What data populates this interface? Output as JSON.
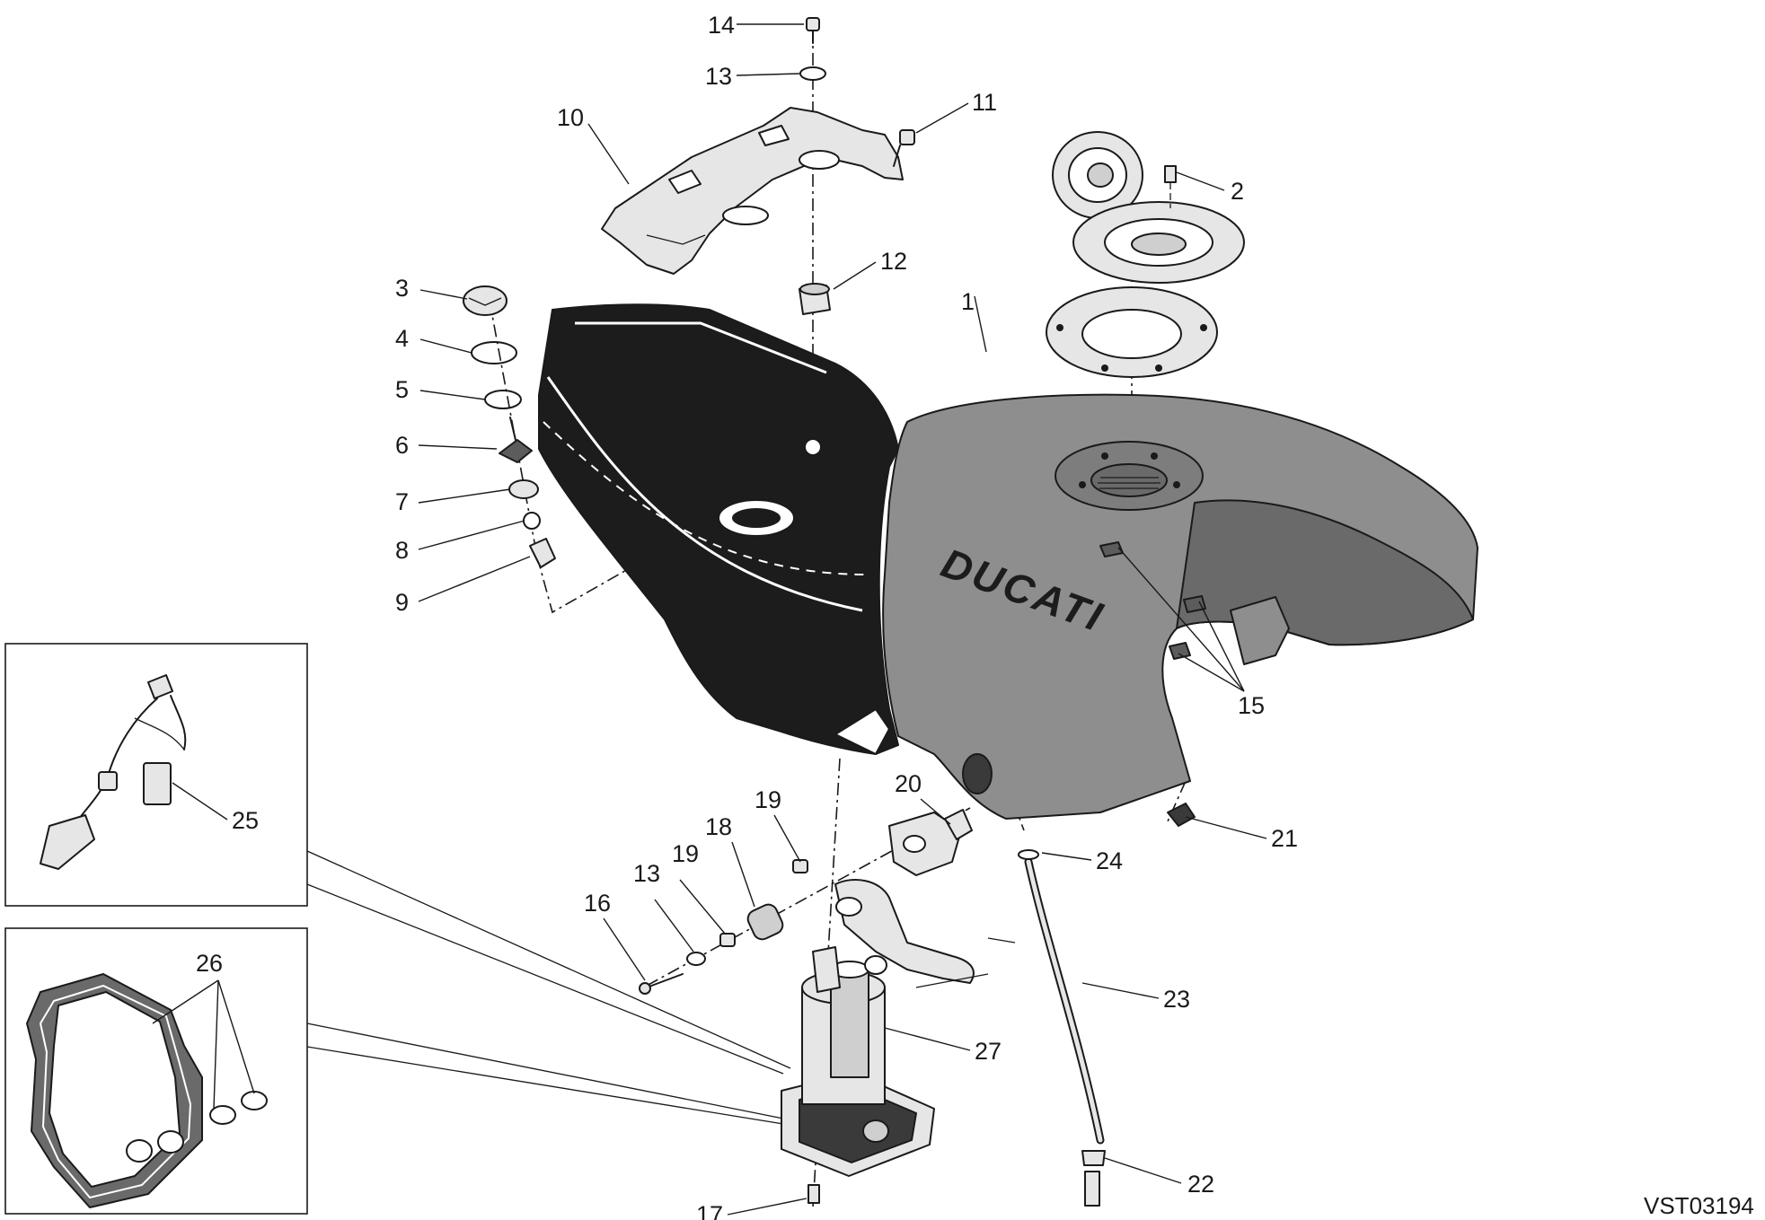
{
  "drawing_code": "VST03194",
  "brand_text": "DUCATI",
  "callouts": [
    {
      "id": "p1",
      "label": "1"
    },
    {
      "id": "p2",
      "label": "2"
    },
    {
      "id": "p3",
      "label": "3"
    },
    {
      "id": "p4",
      "label": "4"
    },
    {
      "id": "p5",
      "label": "5"
    },
    {
      "id": "p6",
      "label": "6"
    },
    {
      "id": "p7",
      "label": "7"
    },
    {
      "id": "p8",
      "label": "8"
    },
    {
      "id": "p9",
      "label": "9"
    },
    {
      "id": "p10",
      "label": "10"
    },
    {
      "id": "p11",
      "label": "11"
    },
    {
      "id": "p12",
      "label": "12"
    },
    {
      "id": "p13a",
      "label": "13"
    },
    {
      "id": "p14",
      "label": "14"
    },
    {
      "id": "p15",
      "label": "15"
    },
    {
      "id": "p16",
      "label": "16"
    },
    {
      "id": "p17",
      "label": "17"
    },
    {
      "id": "p18",
      "label": "18"
    },
    {
      "id": "p19a",
      "label": "19"
    },
    {
      "id": "p19b",
      "label": "19"
    },
    {
      "id": "p13b",
      "label": "13"
    },
    {
      "id": "p20",
      "label": "20"
    },
    {
      "id": "p21",
      "label": "21"
    },
    {
      "id": "p22",
      "label": "22"
    },
    {
      "id": "p23",
      "label": "23"
    },
    {
      "id": "p24",
      "label": "24"
    },
    {
      "id": "p25",
      "label": "25"
    },
    {
      "id": "p26",
      "label": "26"
    },
    {
      "id": "p27",
      "label": "27"
    }
  ],
  "colors": {
    "tank_fill": "#8e8e8e",
    "tank_dark": "#6a6a6a",
    "cover_fill": "#1c1c1c",
    "line": "#1a1a1a",
    "part_light": "#e6e6e6",
    "background": "#ffffff"
  }
}
